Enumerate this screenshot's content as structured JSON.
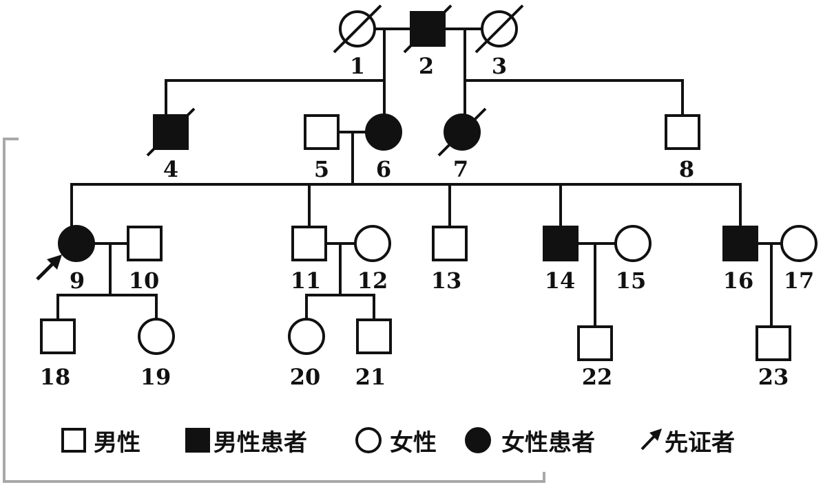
{
  "individuals": [
    {
      "id": "1",
      "label": "1",
      "sex": "female",
      "affected": false,
      "deceased": true,
      "proband": false
    },
    {
      "id": "2",
      "label": "2",
      "sex": "male",
      "affected": true,
      "deceased": true,
      "proband": false
    },
    {
      "id": "3",
      "label": "3",
      "sex": "female",
      "affected": false,
      "deceased": true,
      "proband": false
    },
    {
      "id": "4",
      "label": "4",
      "sex": "male",
      "affected": true,
      "deceased": true,
      "proband": false
    },
    {
      "id": "5",
      "label": "5",
      "sex": "male",
      "affected": false,
      "deceased": false,
      "proband": false
    },
    {
      "id": "6",
      "label": "6",
      "sex": "female",
      "affected": true,
      "deceased": false,
      "proband": false
    },
    {
      "id": "7",
      "label": "7",
      "sex": "female",
      "affected": true,
      "deceased": true,
      "proband": false
    },
    {
      "id": "8",
      "label": "8",
      "sex": "male",
      "affected": false,
      "deceased": false,
      "proband": false
    },
    {
      "id": "9",
      "label": "9",
      "sex": "female",
      "affected": true,
      "deceased": false,
      "proband": true
    },
    {
      "id": "10",
      "label": "10",
      "sex": "male",
      "affected": false,
      "deceased": false,
      "proband": false
    },
    {
      "id": "11",
      "label": "11",
      "sex": "male",
      "affected": false,
      "deceased": false,
      "proband": false
    },
    {
      "id": "12",
      "label": "12",
      "sex": "female",
      "affected": false,
      "deceased": false,
      "proband": false
    },
    {
      "id": "13",
      "label": "13",
      "sex": "male",
      "affected": false,
      "deceased": false,
      "proband": false
    },
    {
      "id": "14",
      "label": "14",
      "sex": "male",
      "affected": true,
      "deceased": false,
      "proband": false
    },
    {
      "id": "15",
      "label": "15",
      "sex": "female",
      "affected": false,
      "deceased": false,
      "proband": false
    },
    {
      "id": "16",
      "label": "16",
      "sex": "male",
      "affected": true,
      "deceased": false,
      "proband": false
    },
    {
      "id": "17",
      "label": "17",
      "sex": "female",
      "affected": false,
      "deceased": false,
      "proband": false
    },
    {
      "id": "18",
      "label": "18",
      "sex": "male",
      "affected": false,
      "deceased": false,
      "proband": false
    },
    {
      "id": "19",
      "label": "19",
      "sex": "female",
      "affected": false,
      "deceased": false,
      "proband": false
    },
    {
      "id": "20",
      "label": "20",
      "sex": "female",
      "affected": false,
      "deceased": false,
      "proband": false
    },
    {
      "id": "21",
      "label": "21",
      "sex": "male",
      "affected": false,
      "deceased": false,
      "proband": false
    },
    {
      "id": "22",
      "label": "22",
      "sex": "male",
      "affected": false,
      "deceased": false,
      "proband": false
    },
    {
      "id": "23",
      "label": "23",
      "sex": "male",
      "affected": false,
      "deceased": false,
      "proband": false
    }
  ],
  "legend": [
    {
      "symbol": "male",
      "label": "男性"
    },
    {
      "symbol": "male-affected",
      "label": "男性患者"
    },
    {
      "symbol": "female",
      "label": "女性"
    },
    {
      "symbol": "female-affected",
      "label": "女性患者"
    },
    {
      "symbol": "proband",
      "label": "先证者"
    }
  ],
  "colors": {
    "ink": "#111111",
    "frame": "#a8a8a8",
    "background": "#ffffff"
  }
}
